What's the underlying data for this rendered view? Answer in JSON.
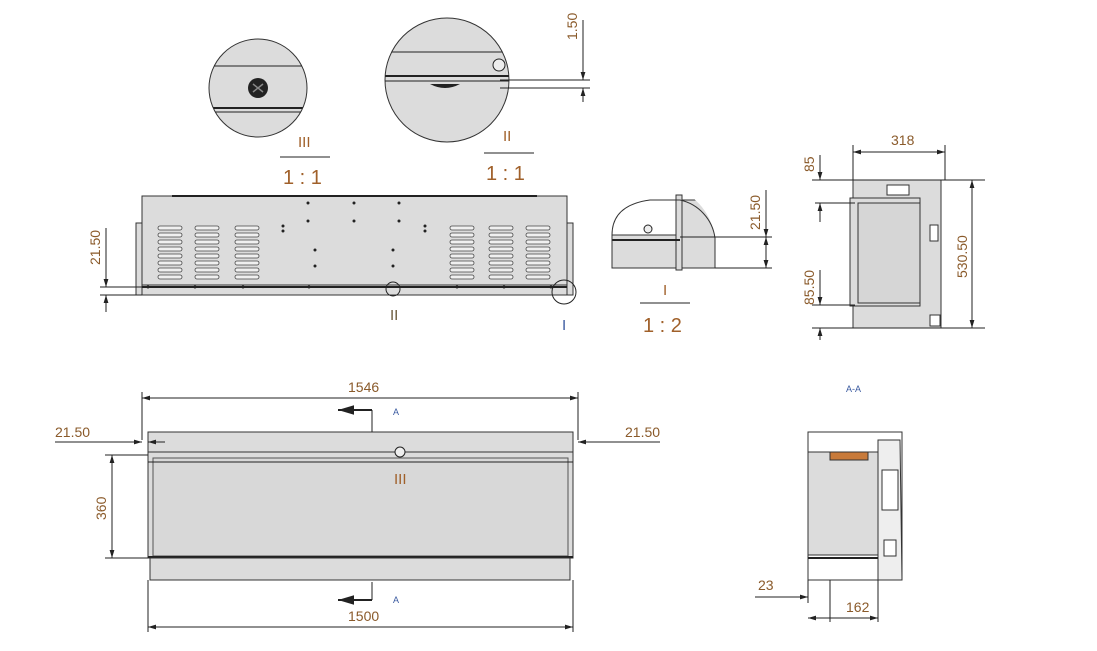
{
  "detail_views": {
    "detail_III": {
      "label": "III",
      "scale": "1 : 1"
    },
    "detail_II": {
      "label": "II",
      "scale": "1 : 1",
      "dimension": "1.50"
    },
    "detail_I": {
      "label": "I",
      "scale": "1 : 2",
      "dimension": "21.50"
    }
  },
  "top_view": {
    "dimension_left": "21.50",
    "callout_II": "II",
    "callout_I": "I"
  },
  "side_view": {
    "width": "318",
    "top_offset": "85",
    "height": "530.50",
    "bottom_offset": "85.50"
  },
  "front_view": {
    "overall_width": "1546",
    "left_margin": "21.50",
    "right_margin": "21.50",
    "height": "360",
    "inner_width": "1500",
    "callout_III": "III",
    "section_mark_top": "A",
    "section_mark_bottom": "A"
  },
  "section_view": {
    "title": "A-A",
    "offset": "23",
    "depth": "162"
  },
  "colors": {
    "part_fill": "#dcdcdc",
    "dimension_text": "#8a5a2a",
    "section_text": "#3a5aa0"
  }
}
